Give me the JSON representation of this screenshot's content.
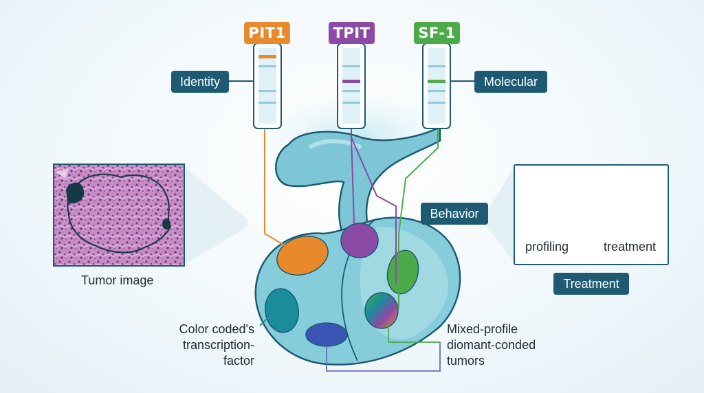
{
  "markers": {
    "pit1": {
      "label": "PIT1",
      "color": "#e88a2c"
    },
    "tpit": {
      "label": "TPIT",
      "color": "#8a4aa6"
    },
    "sf1": {
      "label": "SF-1",
      "color": "#4caa4a"
    }
  },
  "pills": {
    "identity": "Identity",
    "molecular": "Molecular",
    "behavior": "Behavior",
    "treatment": "Treatment"
  },
  "tumor_image": {
    "caption": "Tumor image"
  },
  "treatment_panel": {
    "left_label": "profiling",
    "right_label": "treatment"
  },
  "captions": {
    "left": [
      "Color coded's",
      "transcription-",
      "factor"
    ],
    "right": [
      "Mixed-profile",
      "diomant-conded",
      "tumors"
    ]
  },
  "colors": {
    "pill_bg": "#1e5a72",
    "gland_fill": "#7cc6d6",
    "gland_stroke": "#1e5a72",
    "teal_region": "#1a8c9c",
    "blue_region": "#3b55b5"
  }
}
